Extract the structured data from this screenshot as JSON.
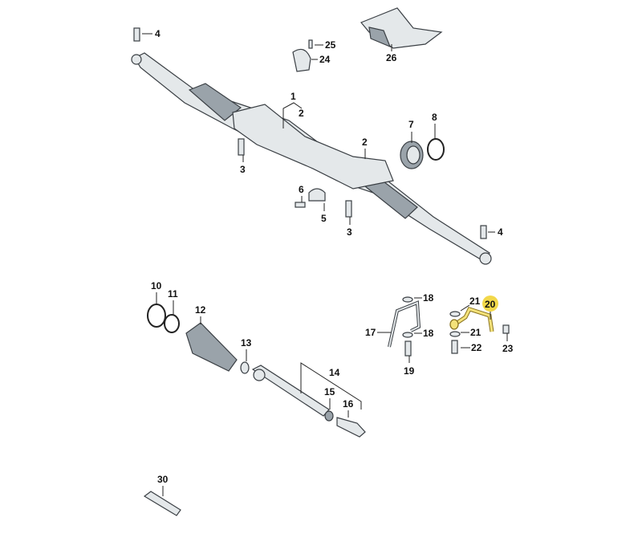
{
  "diagram": {
    "title": "Steering rack exploded parts diagram",
    "highlight_color": "#f2d84a",
    "labels": {
      "p4a": "4",
      "p25": "25",
      "p24": "24",
      "p26": "26",
      "p1": "1",
      "p2a": "2",
      "p7": "7",
      "p8": "8",
      "p2b": "2",
      "p3a": "3",
      "p6": "6",
      "p5": "5",
      "p3b": "3",
      "p4b": "4",
      "p10": "10",
      "p11": "11",
      "p12": "12",
      "p13": "13",
      "p14": "14",
      "p15": "15",
      "p16": "16",
      "p17": "17",
      "p18a": "18",
      "p18b": "18",
      "p19": "19",
      "p20": "20",
      "p21a": "21",
      "p21b": "21",
      "p22": "22",
      "p23": "23",
      "p30": "30"
    }
  }
}
